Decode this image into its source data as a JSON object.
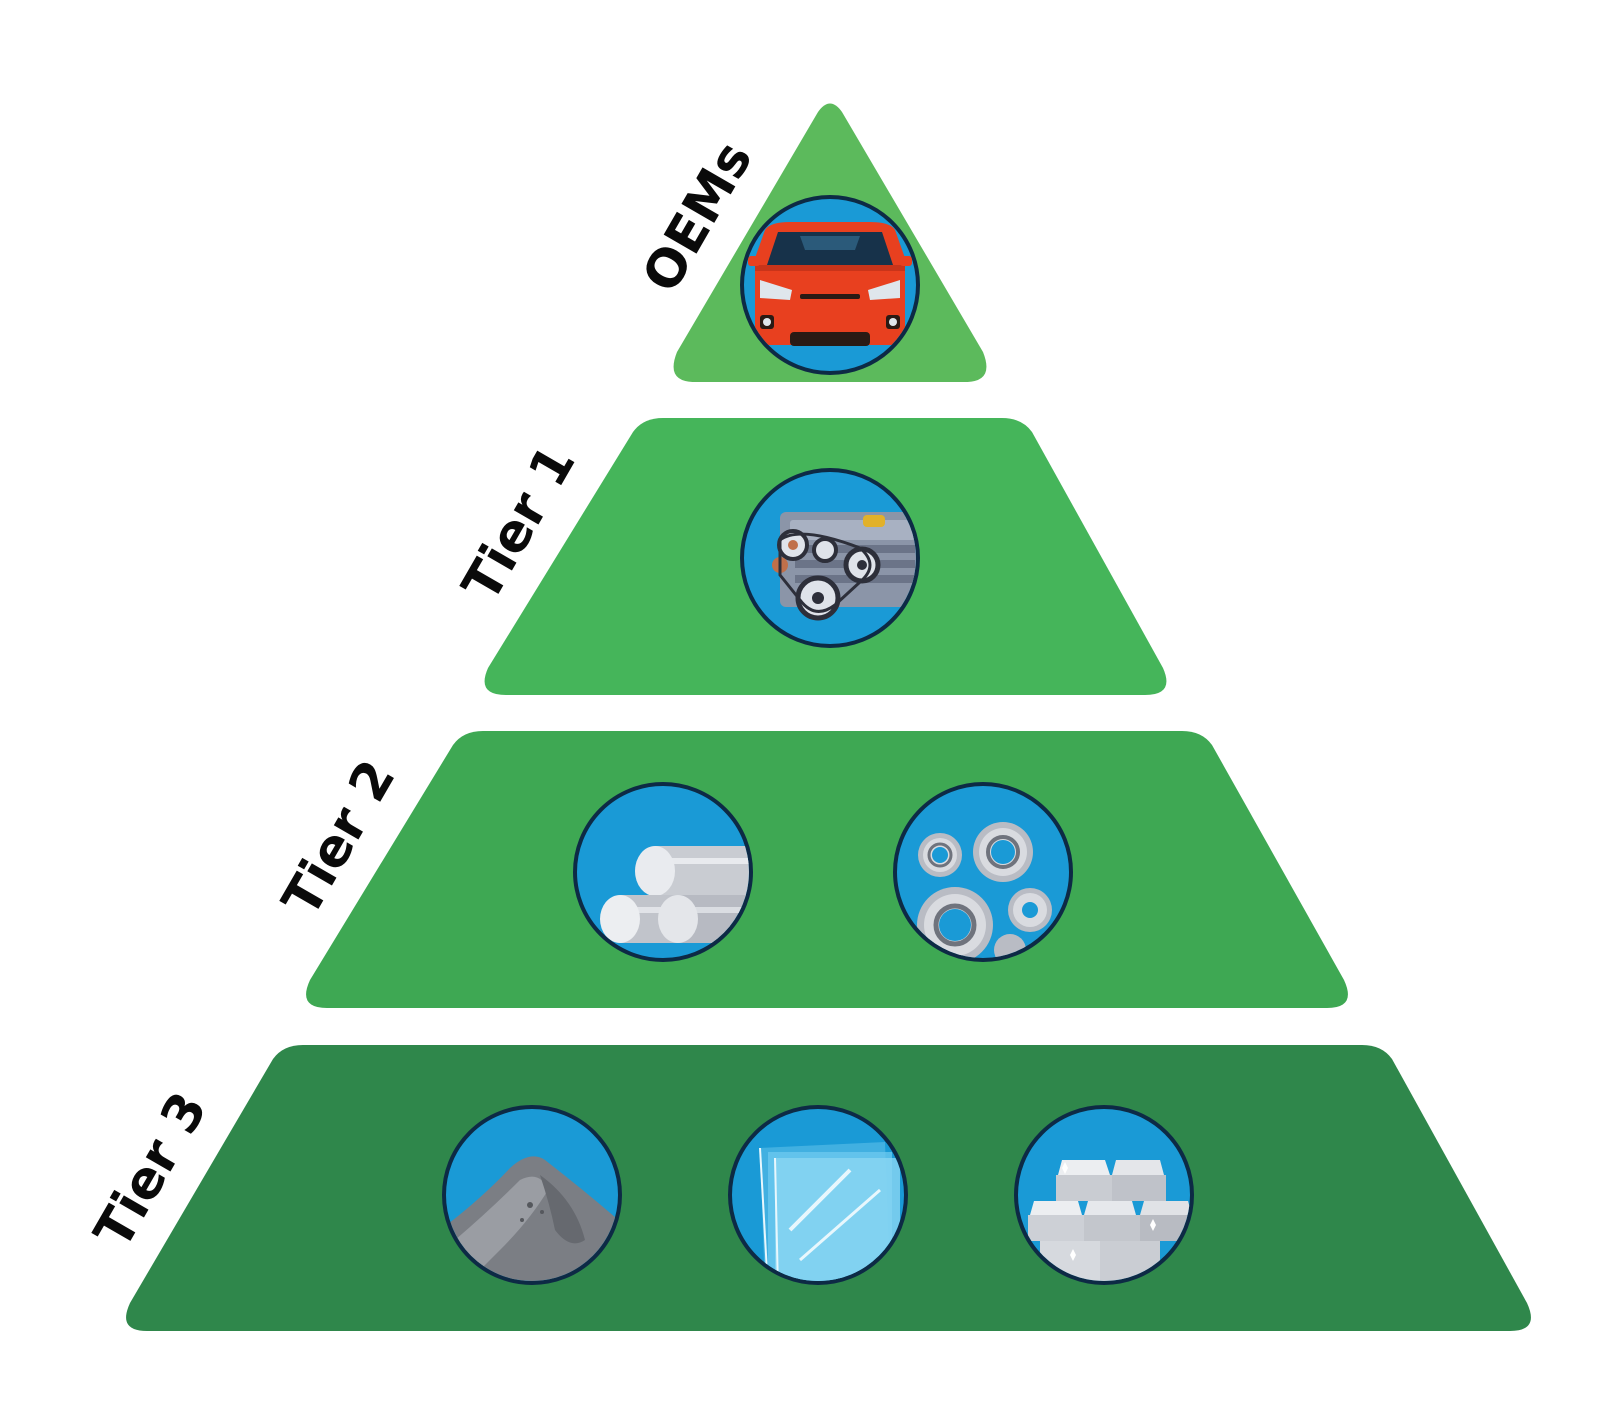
{
  "diagram": {
    "tiers": [
      {
        "label": "OEMs",
        "color": "#5cba5c",
        "icons": [
          "car-icon"
        ]
      },
      {
        "label": "Tier 1",
        "color": "#45b55a",
        "icons": [
          "engine-icon"
        ]
      },
      {
        "label": "Tier 2",
        "color": "#3ea853",
        "icons": [
          "metal-bars-icon",
          "gears-icon"
        ]
      },
      {
        "label": "Tier 3",
        "color": "#2f874b",
        "icons": [
          "ore-pile-icon",
          "glass-panes-icon",
          "ingots-icon"
        ]
      }
    ],
    "icon_background_color": "#1a9ad6",
    "icon_border_color": "#0d2a45"
  }
}
